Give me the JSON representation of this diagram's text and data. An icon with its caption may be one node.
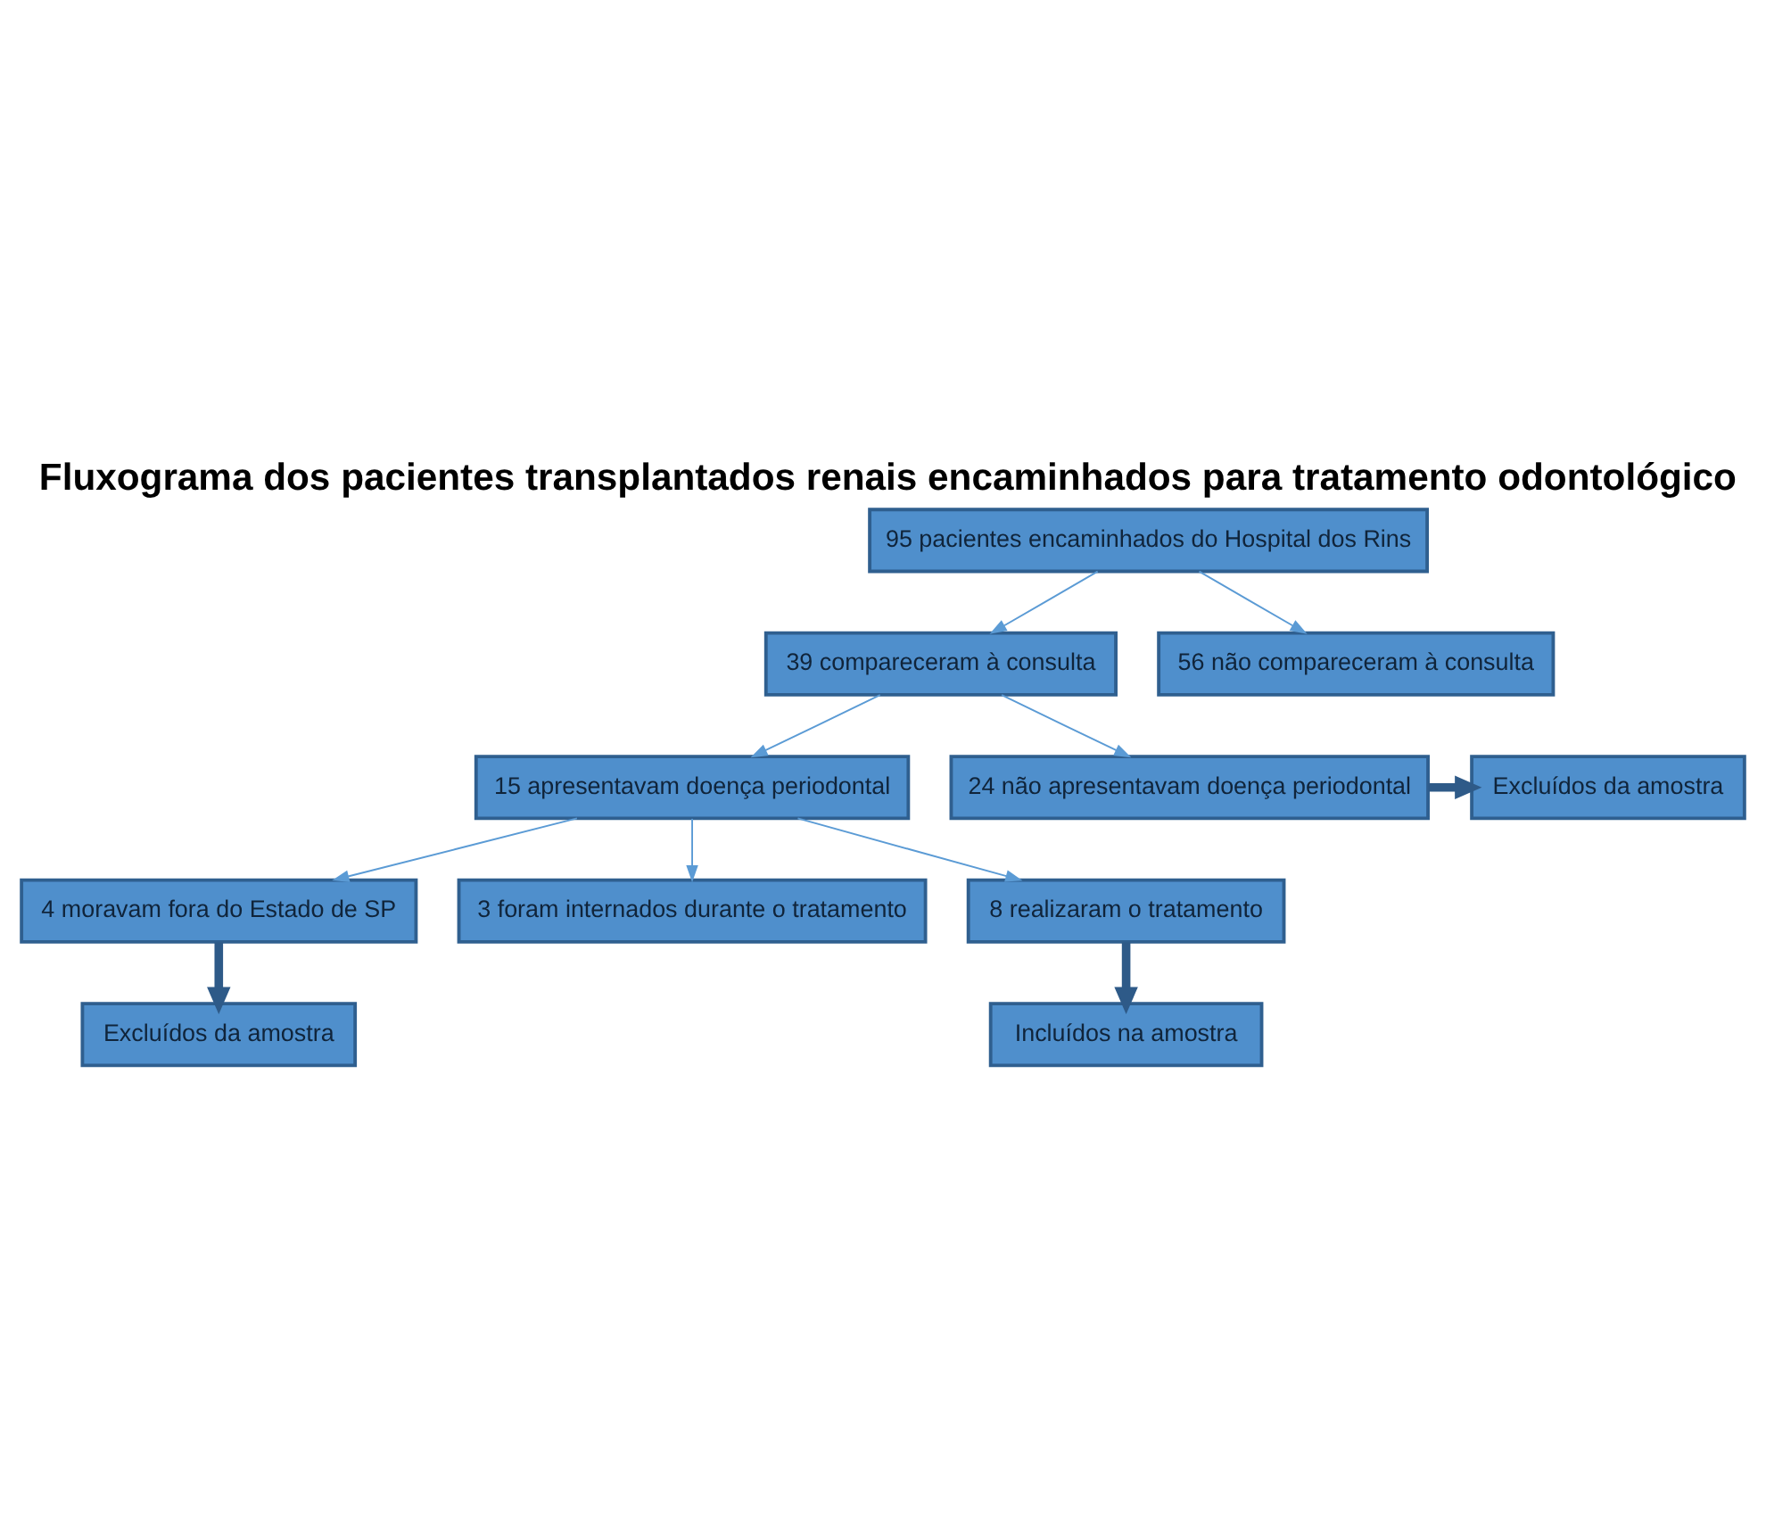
{
  "diagram": {
    "title": "Fluxograma dos pacientes transplantados renais encaminhados para tratamento odontológico",
    "nodes": [
      {
        "text": [
          "95 pacientes encaminhados do Hospital dos Rins"
        ]
      },
      {
        "text": [
          "39 compareceram à consulta"
        ]
      },
      {
        "text": [
          "56 não compareceram à consulta"
        ]
      },
      {
        "text": [
          "15 apresentavam doença periodontal"
        ]
      },
      {
        "text": [
          "24 não apresentavam doença periodontal"
        ]
      },
      {
        "text": [
          "Excluídos da amostra"
        ]
      },
      {
        "text": [
          "4 moravam fora do Estado de SP"
        ]
      },
      {
        "text": [
          "3 foram internados durante o tratamento"
        ]
      },
      {
        "text": [
          "8 realizaram o tratamento"
        ]
      },
      {
        "text": [
          "Excluídos da amostra"
        ]
      },
      {
        "text": [
          "Incluídos na amostra"
        ]
      }
    ],
    "edges": [
      {
        "from": 0,
        "to": 1,
        "arrow": "to"
      },
      {
        "from": 0,
        "to": 2,
        "arrow": "to"
      },
      {
        "from": 1,
        "to": 3,
        "arrow": "to"
      },
      {
        "from": 1,
        "to": 4,
        "arrow": "to"
      },
      {
        "from": 4,
        "to": 5,
        "arrow": "to",
        "style": "thick",
        "color": "#2e5a88"
      },
      {
        "from": 3,
        "to": 6,
        "arrow": "to"
      },
      {
        "from": 3,
        "to": 7,
        "arrow": "to"
      },
      {
        "from": 3,
        "to": 8,
        "arrow": "to"
      },
      {
        "from": 6,
        "to": 9,
        "arrow": "to",
        "style": "thick",
        "color": "#2e5a88"
      },
      {
        "from": 8,
        "to": 10,
        "arrow": "to",
        "style": "thick",
        "color": "#2e5a88"
      }
    ]
  }
}
